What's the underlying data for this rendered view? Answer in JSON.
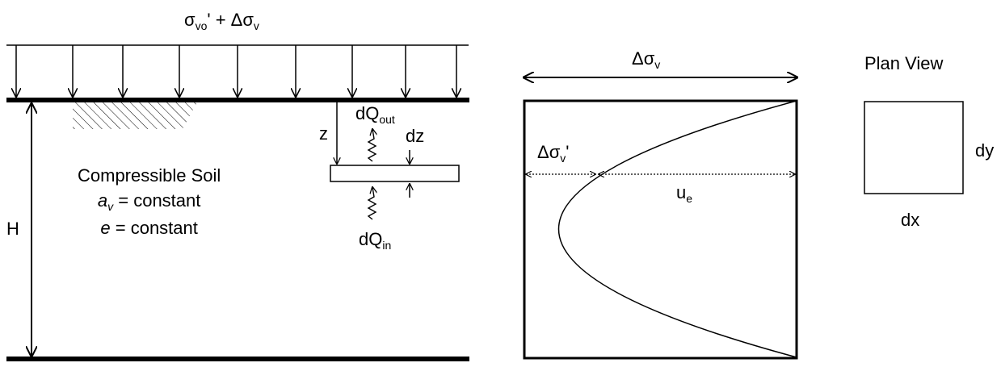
{
  "load_label": {
    "sigma": "σ",
    "sub1": "vo",
    "plus": "' + Δσ",
    "sub2": "v"
  },
  "soil": {
    "title": "Compressible Soil",
    "av_symbol": "a",
    "av_sub": "v",
    "av_rest": " = constant",
    "e_symbol": "e",
    "e_rest": " = constant"
  },
  "labels": {
    "H": "H",
    "z": "z",
    "dz": "dz",
    "dQout_main": "dQ",
    "dQout_sub": "out",
    "dQin_main": "dQ",
    "dQin_sub": "in",
    "dsv_top_main": "Δσ",
    "dsv_top_sub": "v",
    "dsv_prime_main": "Δσ",
    "dsv_prime_sub": "v",
    "dsv_prime_tick": "'",
    "ue_main": "u",
    "ue_sub": "e",
    "plan_view": "Plan View",
    "dx": "dx",
    "dy": "dy"
  }
}
